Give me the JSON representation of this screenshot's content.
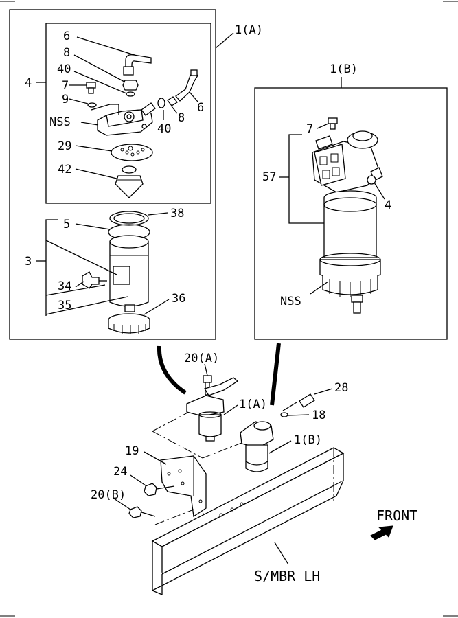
{
  "labels": {
    "assy_a": "1(A)",
    "assy_b": "1(B)",
    "p6_top": "6",
    "p8_top": "8",
    "p40_top": "40",
    "p7_left": "7",
    "p9": "9",
    "p4_left": "4",
    "nss_left": "NSS",
    "p29": "29",
    "p42": "42",
    "p8_right": "8",
    "p40_right": "40",
    "p6_right": "6",
    "p5": "5",
    "p38": "38",
    "p3": "3",
    "p34": "34",
    "p35": "35",
    "p36": "36",
    "p7_right": "7",
    "p57": "57",
    "p4_right": "4",
    "nss_right": "NSS",
    "p20a": "20(A)",
    "p28": "28",
    "p1a_lower": "1(A)",
    "p18": "18",
    "p1b_lower": "1(B)",
    "p19": "19",
    "p24": "24",
    "p20b": "20(B)",
    "front": "FRONT",
    "member": "S/MBR LH"
  }
}
